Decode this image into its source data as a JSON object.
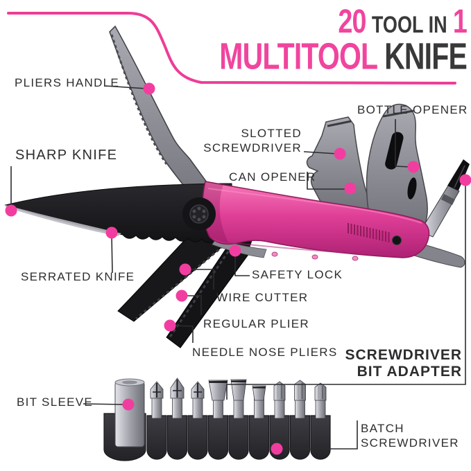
{
  "title": {
    "count": "20",
    "middle": "TOOL IN",
    "count_end": "1",
    "name_highlight": "MULTITOOL",
    "name_rest": "KNIFE"
  },
  "colors": {
    "accent_pink": "#f0459e",
    "dot_pink": "#f23da0",
    "title_dark": "#39393b",
    "label_text": "#2d2d30",
    "handle_pink": "#e03f97",
    "steel_gray": "#8b8b93",
    "blade_black": "#1a1a1d"
  },
  "labels": {
    "pliers_handle": "PLIERS HANDLE",
    "sharp_knife": "SHARP KNIFE",
    "serrated_knife": "SERRATED KNIFE",
    "slotted_screwdriver_l1": "SLOTTED",
    "slotted_screwdriver_l2": "SCREWDRIVER",
    "can_opener": "CAN OPENER",
    "bottle_opener": "BOTTLE OPENER",
    "safety_lock": "SAFETY LOCK",
    "wire_cutter": "WIRE CUTTER",
    "regular_plier": "REGULAR PLIER",
    "needle_nose_pliers": "NEEDLE NOSE PLIERS",
    "screwdriver_bit_adapter_l1": "SCREWDRIVER",
    "screwdriver_bit_adapter_l2": "BIT ADAPTER",
    "bit_sleeve": "BIT SLEEVE",
    "batch_screwdriver_l1": "BATCH",
    "batch_screwdriver_l2": "SCREWDRIVER"
  }
}
